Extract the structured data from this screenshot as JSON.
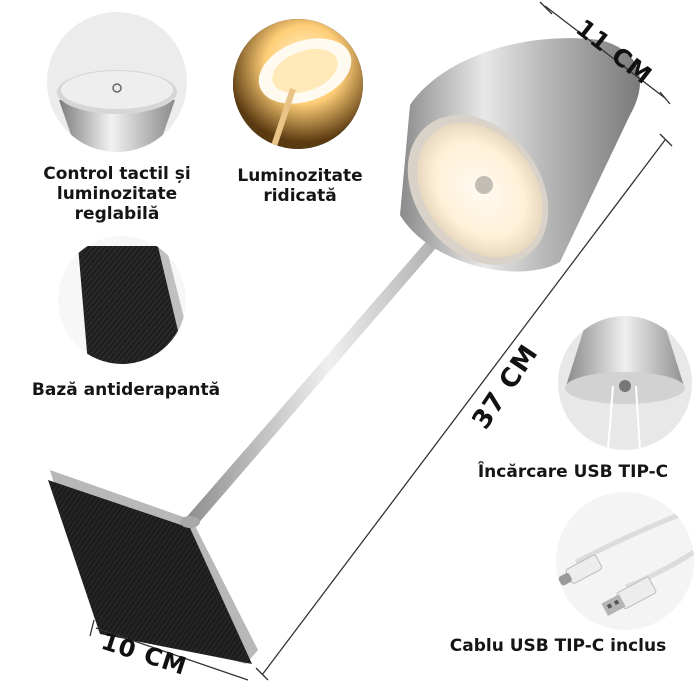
{
  "features": {
    "touch_control": {
      "line1": "Control tactil și",
      "line2": "luminozitate",
      "line3": "reglabilă",
      "icon": "touch-control-icon"
    },
    "brightness": {
      "line1": "Luminozitate",
      "line2": "ridicată",
      "icon": "bright-light-icon"
    },
    "anti_slip": {
      "label": "Bază antiderapantă",
      "icon": "anti-slip-base-icon"
    },
    "usb_charging": {
      "label": "Încărcare USB TIP-C",
      "icon": "usb-port-icon"
    },
    "cable": {
      "label": "Cablu USB TIP-C inclus",
      "icon": "usb-cable-icon"
    }
  },
  "dimensions": {
    "width_shade": "11 CM",
    "height": "37 CM",
    "width_base": "10 CM"
  },
  "colors": {
    "metal": "#c9c9c9",
    "base_pad": "#1a1a1a",
    "warm_light": "#ffd98a"
  }
}
